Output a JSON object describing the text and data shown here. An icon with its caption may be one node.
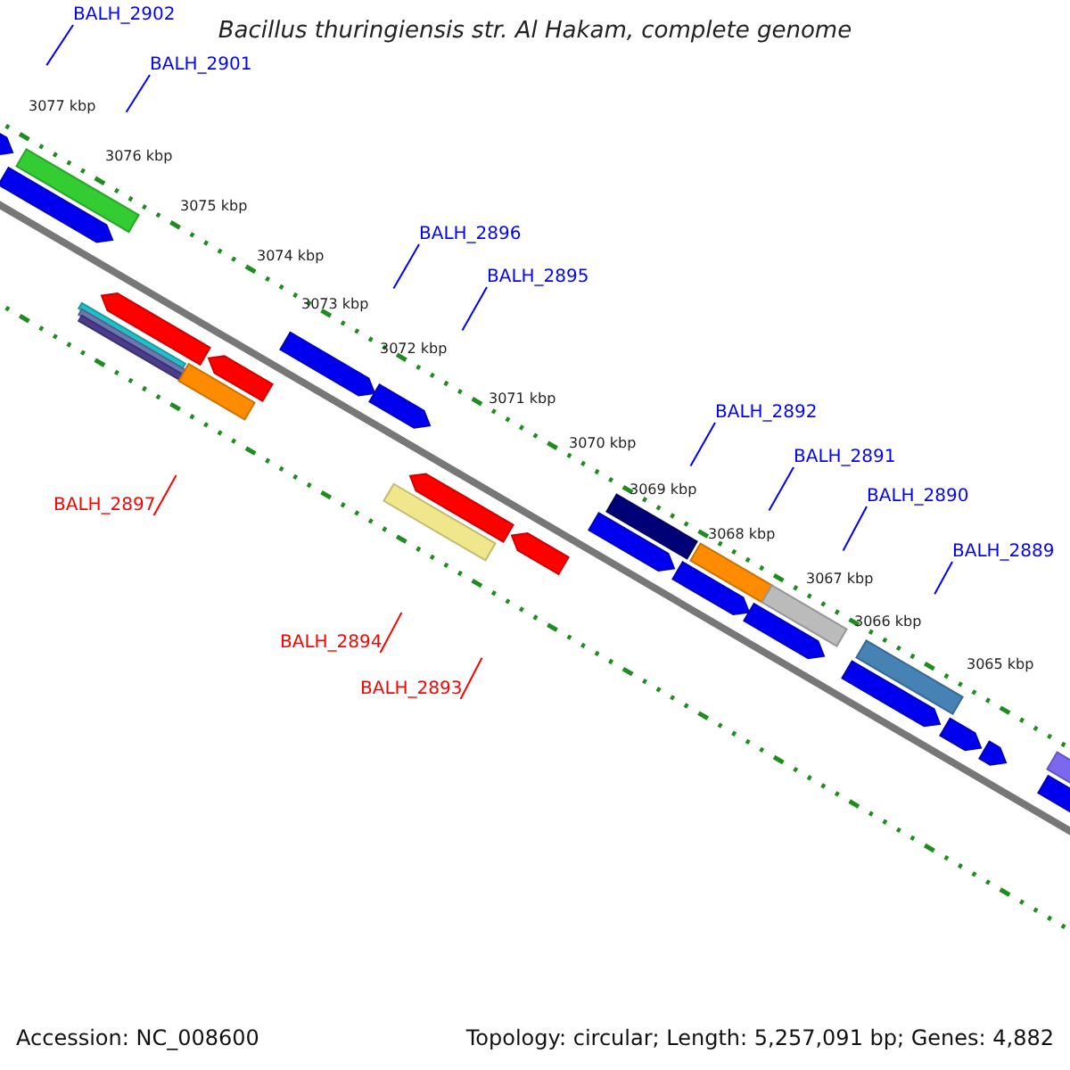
{
  "diagram": {
    "title": "Bacillus thuringiensis str. Al Hakam, complete genome",
    "nodes": [
      {
        "text": [
          "BALH_2902"
        ]
      },
      {
        "text": [
          "BALH_2901"
        ]
      },
      {
        "text": [
          "BALH_2896"
        ]
      },
      {
        "text": [
          "BALH_2895"
        ]
      },
      {
        "text": [
          "BALH_2892"
        ]
      },
      {
        "text": [
          "BALH_2891"
        ]
      },
      {
        "text": [
          "BALH_2890"
        ]
      },
      {
        "text": [
          "BALH_2897"
        ]
      },
      {
        "text": [
          "BALH_2889"
        ]
      },
      {
        "text": [
          "BALH_2894"
        ]
      },
      {
        "text": [
          "BALH_2893"
        ]
      }
    ],
    "edges": [
      {
        "from": 0,
        "to": null,
        "arrow": "none"
      },
      {
        "from": 1,
        "to": null,
        "arrow": "none"
      },
      {
        "from": 2,
        "to": null,
        "arrow": "none"
      },
      {
        "from": 3,
        "to": null,
        "arrow": "none"
      },
      {
        "from": 4,
        "to": null,
        "arrow": "none"
      },
      {
        "from": 5,
        "to": null,
        "arrow": "none"
      },
      {
        "from": 6,
        "to": null,
        "arrow": "none"
      },
      {
        "from": 7,
        "to": null,
        "arrow": "none",
        "color": "#ff0000"
      },
      {
        "from": 8,
        "to": null,
        "arrow": "none"
      },
      {
        "from": 9,
        "to": null,
        "arrow": "none",
        "color": "#ff0000"
      },
      {
        "from": 10,
        "to": null,
        "arrow": "none",
        "color": "#ff0000"
      }
    ],
    "labels": [
      "3077 kbp",
      "3076 kbp",
      "3075 kbp",
      "3074 kbp",
      "3073 kbp",
      "3072 kbp",
      "3071 kbp",
      "3070 kbp",
      "3069 kbp",
      "3068 kbp",
      "3067 kbp",
      "3066 kbp",
      "3065 kbp",
      "Accession: NC_008600",
      "Topology: circular; Length: 5,257,091 bp; Genes: 4,882"
    ]
  }
}
